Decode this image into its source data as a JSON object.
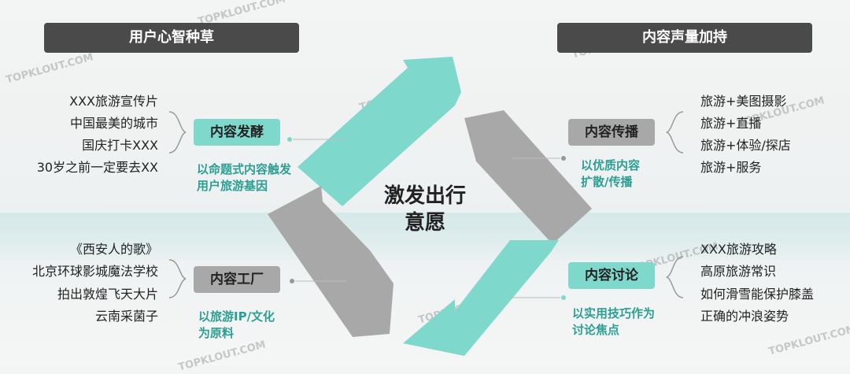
{
  "headers": {
    "left": "用户心智种草",
    "right": "内容声量加持"
  },
  "center": {
    "line1": "激发出行",
    "line2": "意愿"
  },
  "nodes": {
    "ferment": {
      "label": "内容发酵",
      "desc_line1": "以命题式内容触发",
      "desc_line2": "用户旅游基因",
      "items": [
        "XXX旅游宣传片",
        "中国最美的城市",
        "国庆打卡XXX",
        "30岁之前一定要去XX"
      ]
    },
    "spread": {
      "label": "内容传播",
      "desc_line1": "以优质内容",
      "desc_line2": "扩散/传播",
      "items": [
        "旅游+美图摄影",
        "旅游+直播",
        "旅游+体验/探店",
        "旅游+服务"
      ]
    },
    "factory": {
      "label": "内容工厂",
      "desc_line1": "以旅游IP/文化",
      "desc_line2": "为原料",
      "items": [
        "《西安人的歌》",
        "北京环球影城魔法学校",
        "拍出敦煌飞天大片",
        "云南采菌子"
      ]
    },
    "discussion": {
      "label": "内容讨论",
      "desc_line1": "以实用技巧作为",
      "desc_line2": "讨论焦点",
      "items": [
        "XXX旅游攻略",
        "高原旅游常识",
        "如何滑雪能保护膝盖",
        "正确的冲浪姿势"
      ]
    }
  },
  "watermark": "TOPKLOUT.COM",
  "colors": {
    "teal": "#7fd8cc",
    "grey": "#a8a8a8",
    "header_bg": "#4a4a4a",
    "desc_text": "#2c9e93"
  }
}
